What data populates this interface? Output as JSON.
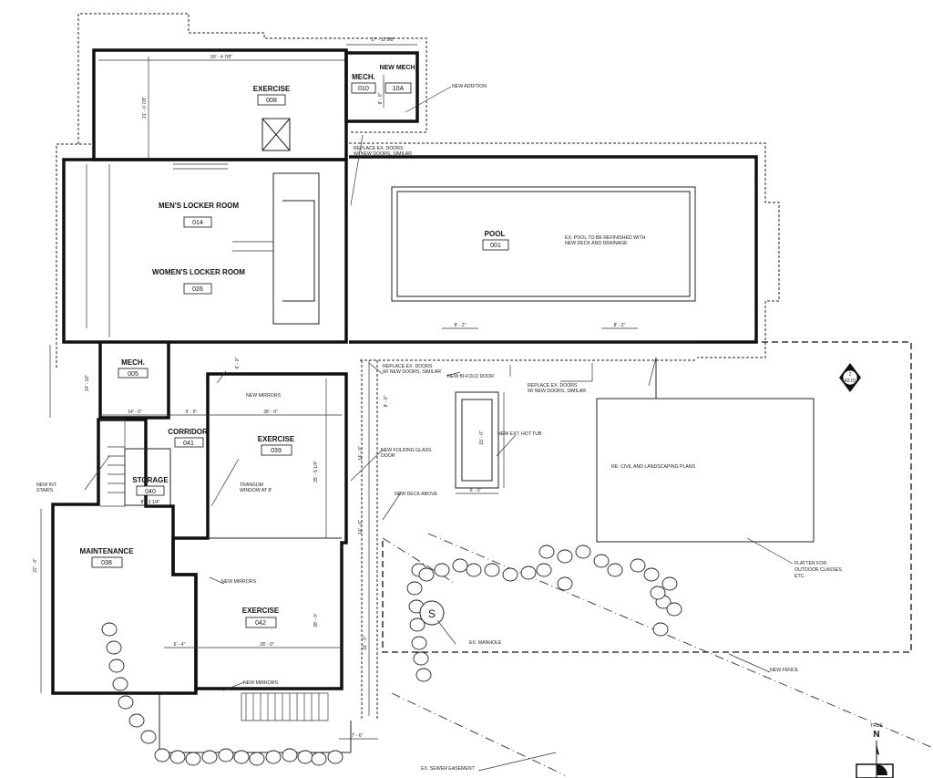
{
  "rooms": [
    {
      "name": "EXERCISE",
      "number": "008"
    },
    {
      "name": "MECH.",
      "number": "010"
    },
    {
      "name": "NEW MECH.",
      "number": "10A"
    },
    {
      "name": "MEN'S LOCKER ROOM",
      "number": "014"
    },
    {
      "name": "WOMEN'S LOCKER ROOM",
      "number": "026"
    },
    {
      "name": "POOL",
      "number": "001"
    },
    {
      "name": "MECH.",
      "number": "005"
    },
    {
      "name": "CORRIDOR",
      "number": "041"
    },
    {
      "name": "STORAGE",
      "number": "040"
    },
    {
      "name": "EXERCISE",
      "number": "039"
    },
    {
      "name": "MAINTENANCE",
      "number": "038"
    },
    {
      "name": "EXERCISE",
      "number": "042"
    }
  ],
  "notes": {
    "new_addition": "NEW ADDITION",
    "replace_doors_1a": "REPLACE EX. DOORS",
    "replace_doors_1b": "W/ NEW DOORS, SIMILAR",
    "pool_note_a": "EX. POOL TO BE REFINISHED WITH",
    "pool_note_b": "NEW DECK AND DRAINAGE",
    "replace_doors_2a": "REPLACE EX. DOORS",
    "replace_doors_2b": "W/ NEW DOORS, SIMILAR",
    "bifold": "NEW BI-FOLD DOOR",
    "replace_doors_3a": "REPLACE EX. DOORS",
    "replace_doors_3b": "W/ NEW DOORS, SIMILAR",
    "hot_tub": "NEW EXT. HOT TUB",
    "civil": "RE: CIVIL AND LANDSCAPING PLANS",
    "folding_a": "NEW FOLDING GLASS",
    "folding_b": "DOOR",
    "deck_above": "NEW DECK ABOVE",
    "mirrors_1": "NEW MIRRORS",
    "mirrors_2": "NEW MIRRORS",
    "mirrors_3": "NEW MIRRORS",
    "stairs_a": "NEW INT.",
    "stairs_b": "STAIRS",
    "transom_a": "TRANSOM",
    "transom_b": "WINDOW AT 8'",
    "flatten_a": "FLATTEN FOR",
    "flatten_b": "OUTDOOR CLASSES",
    "flatten_c": "ETC.",
    "manhole": "EX. MANHOLE",
    "manhole_symbol": "S",
    "fence": "NEW FENCE",
    "sewer": "EX. SEWER EASEMENT",
    "section_num": "2",
    "section_sheet": "A3.01",
    "north_label": "TRUE",
    "north_letter": "N"
  },
  "dimensions": {
    "mech_width": "17' - 11 5/8\"",
    "exercise_width": "50' - 4 7/8\"",
    "exercise_depth": "21' - 0 7/8\"",
    "mech_depth": "8' - 0\"",
    "pool_door_1": "8' - 2\"",
    "pool_door_2": "8' - 2\"",
    "mech005_depth": "14' - 10\"",
    "mech005_width": "14' - 0\"",
    "corridor_width": "6' - 6\"",
    "ex039_width": "28' - 0\"",
    "corridor_depth": "6' - 0\"",
    "door_spacing": "8' - 0\"",
    "ex039_depth": "35' - 5 1/4\"",
    "storage_width": "8' - 3 1/4\"",
    "deck_1": "14' - 0\"",
    "deck_2": "14' - 6\"",
    "hot_tub_len": "15' - 0\"",
    "hot_tub_w": "6' - 0\"",
    "maint_depth": "22' - 0\"",
    "ex042_depth": "28' - 0\"",
    "deck_3": "31' - 0\"",
    "ex042_width": "28' - 0\"",
    "maint_door": "6' - 4\"",
    "column_spacing": "7' - 6\""
  }
}
